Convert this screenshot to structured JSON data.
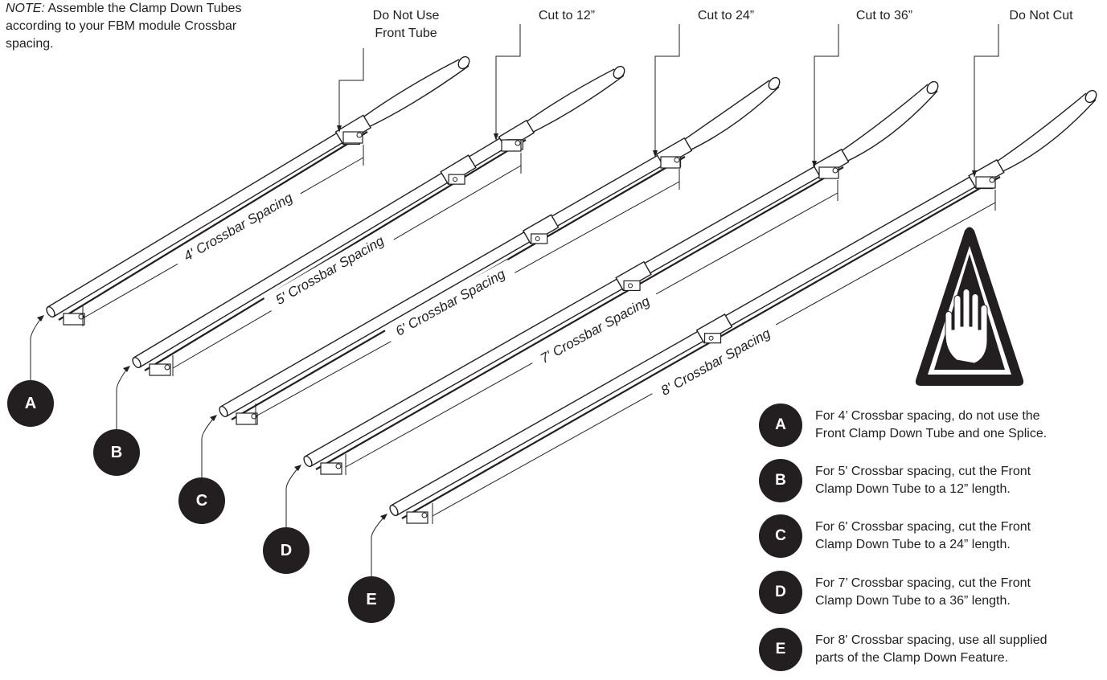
{
  "note": {
    "prefix": "NOTE:",
    "text": " Assemble the Clamp Down Tubes according to your FBM module Crossbar spacing."
  },
  "top_labels": [
    {
      "line1": "Do Not Use",
      "line2": "Front Tube"
    },
    {
      "line1": "Cut to 12”",
      "line2": ""
    },
    {
      "line1": "Cut to 24”",
      "line2": ""
    },
    {
      "line1": "Cut to 36”",
      "line2": ""
    },
    {
      "line1": "Do Not Cut",
      "line2": ""
    }
  ],
  "dimension_labels": [
    "4' Crossbar Spacing",
    "5' Crossbar Spacing",
    "6' Crossbar Spacing",
    "7' Crossbar Spacing",
    "8' Crossbar Spacing"
  ],
  "badges": [
    "A",
    "B",
    "C",
    "D",
    "E"
  ],
  "legend": [
    {
      "letter": "A",
      "line1": "For 4’ Crossbar spacing, do not use the",
      "line2": "Front Clamp Down Tube and one Splice."
    },
    {
      "letter": "B",
      "line1": "For 5' Crossbar spacing, cut the Front",
      "line2": "Clamp Down Tube to a 12” length."
    },
    {
      "letter": "C",
      "line1": "For 6' Crossbar spacing, cut the Front",
      "line2": "Clamp Down Tube to a 24” length."
    },
    {
      "letter": "D",
      "line1": "For 7’ Crossbar spacing, cut the Front",
      "line2": "Clamp Down Tube to a 36” length."
    },
    {
      "letter": "E",
      "line1": "For 8' Crossbar spacing, use all supplied",
      "line2": "parts of the Clamp Down Feature."
    }
  ],
  "warning_icon": "stop-hand-icon",
  "colors": {
    "ink": "#231f20",
    "background": "#ffffff"
  }
}
